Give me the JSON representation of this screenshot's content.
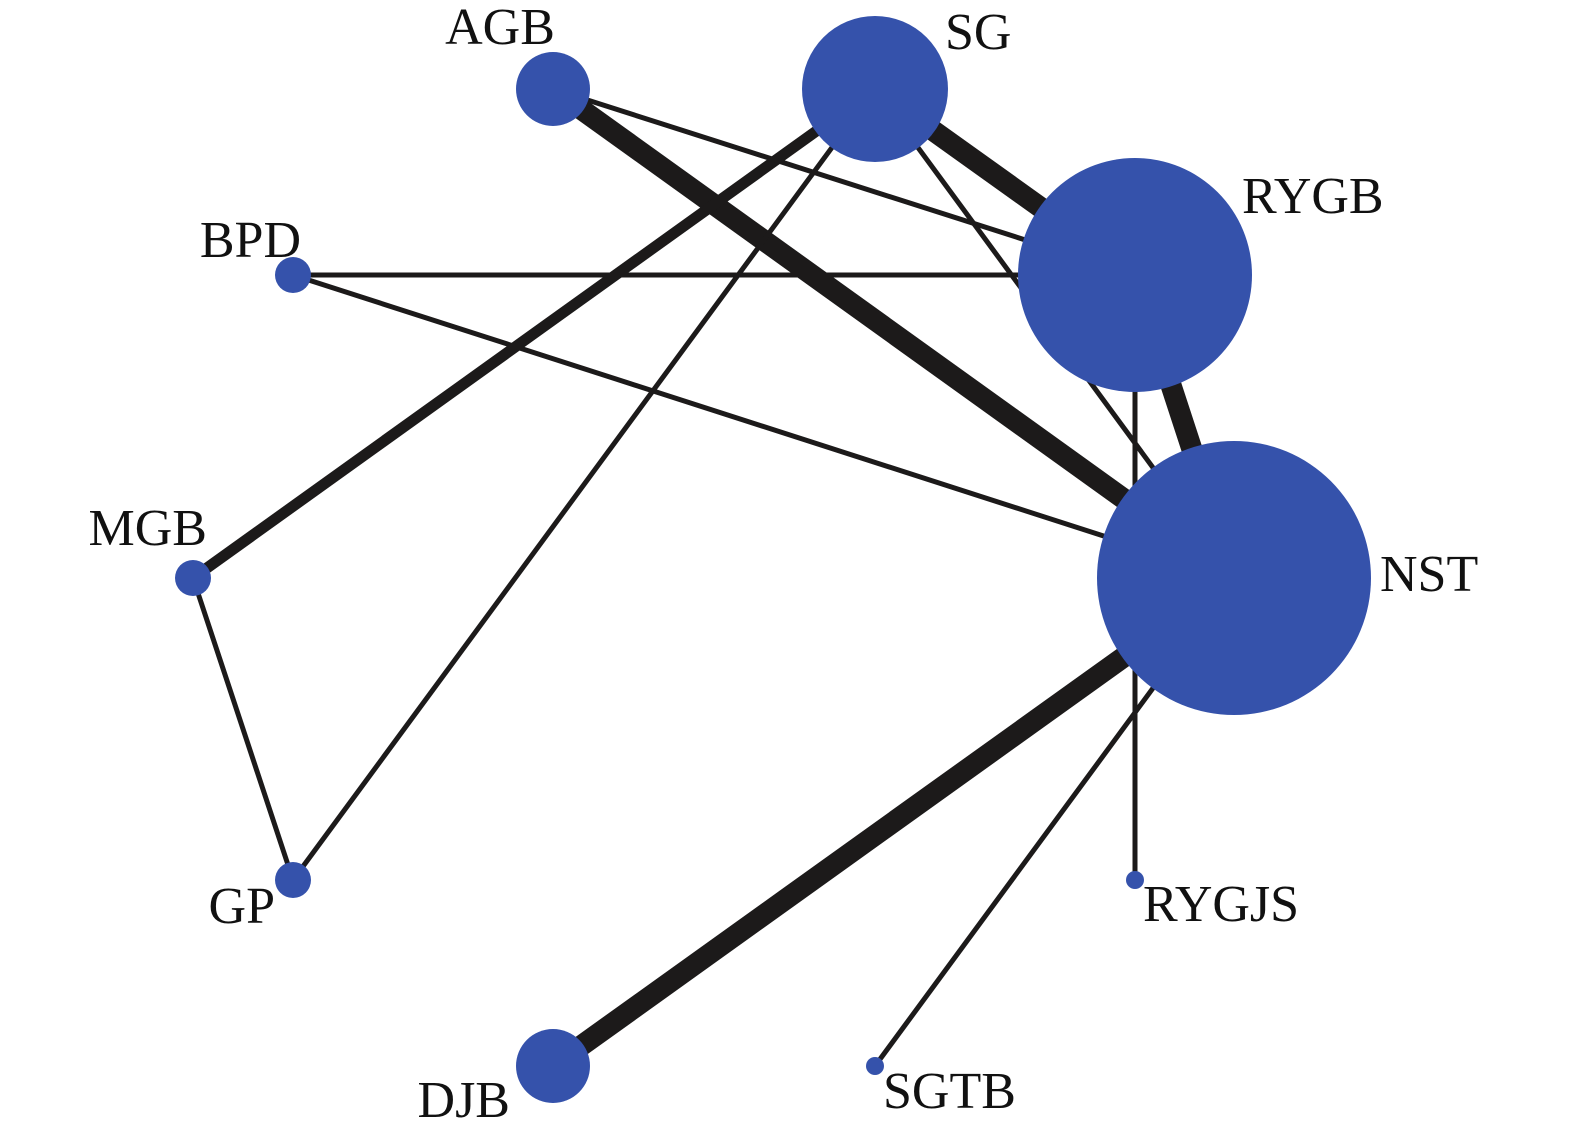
{
  "colors": {
    "node_fill": "#3552ab",
    "edge_stroke": "#1c1a1a",
    "background": "#ffffff"
  },
  "nodes": [
    {
      "id": "AGB",
      "label": "AGB",
      "size": "small"
    },
    {
      "id": "SG",
      "label": "SG",
      "size": "large"
    },
    {
      "id": "RYGB",
      "label": "RYGB",
      "size": "xlarge"
    },
    {
      "id": "NST",
      "label": "NST",
      "size": "xxlarge"
    },
    {
      "id": "RYGJS",
      "label": "RYGJS",
      "size": "tiny"
    },
    {
      "id": "SGTB",
      "label": "SGTB",
      "size": "tiny"
    },
    {
      "id": "DJB",
      "label": "DJB",
      "size": "small"
    },
    {
      "id": "GP",
      "label": "GP",
      "size": "xsmall"
    },
    {
      "id": "MGB",
      "label": "MGB",
      "size": "xsmall"
    },
    {
      "id": "BPD",
      "label": "BPD",
      "size": "xsmall"
    }
  ],
  "edges": [
    {
      "source": "SG",
      "target": "RYGB",
      "weight": "heavy"
    },
    {
      "source": "AGB",
      "target": "NST",
      "weight": "heavy"
    },
    {
      "source": "DJB",
      "target": "NST",
      "weight": "heavy"
    },
    {
      "source": "RYGB",
      "target": "NST",
      "weight": "heavy"
    },
    {
      "source": "SG",
      "target": "MGB",
      "weight": "medium"
    },
    {
      "source": "AGB",
      "target": "RYGB",
      "weight": "thin"
    },
    {
      "source": "SG",
      "target": "NST",
      "weight": "thin"
    },
    {
      "source": "SG",
      "target": "GP",
      "weight": "thin"
    },
    {
      "source": "BPD",
      "target": "RYGB",
      "weight": "thin"
    },
    {
      "source": "BPD",
      "target": "NST",
      "weight": "thin"
    },
    {
      "source": "MGB",
      "target": "GP",
      "weight": "thin"
    },
    {
      "source": "RYGB",
      "target": "RYGJS",
      "weight": "thin"
    },
    {
      "source": "NST",
      "target": "SGTB",
      "weight": "thin"
    }
  ]
}
